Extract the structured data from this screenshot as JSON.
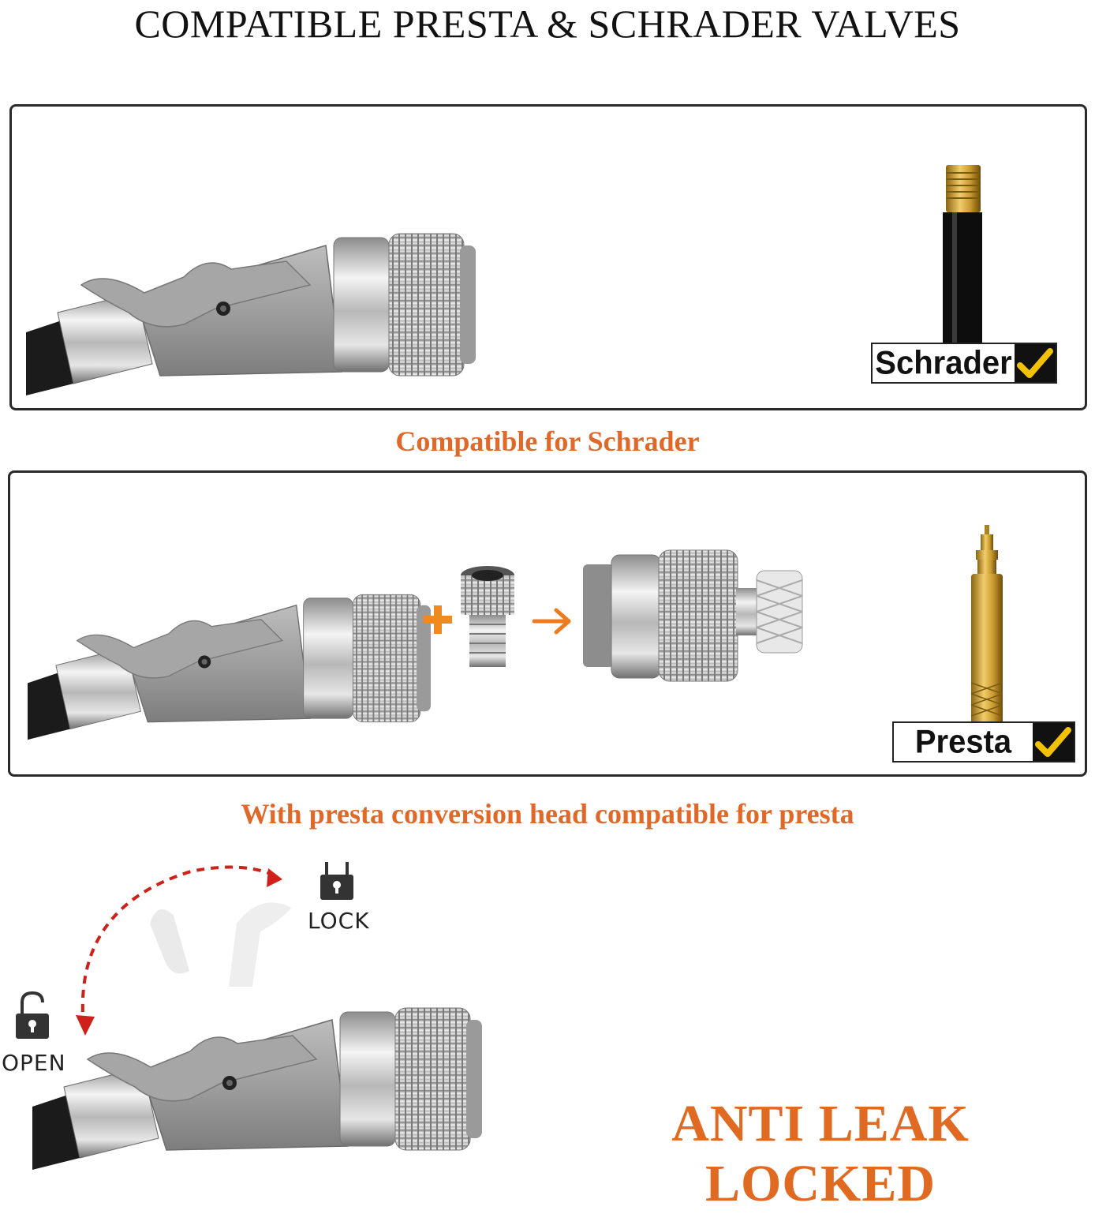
{
  "title": "COMPATIBLE PRESTA & SCHRADER VALVES",
  "panel1": {
    "badge_label": "Schrader",
    "caption": "Compatible for Schrader"
  },
  "panel2": {
    "badge_label": "Presta",
    "caption": "With presta conversion head compatible for presta"
  },
  "lock_section": {
    "lock_label": "LOCK",
    "open_label": "OPEN",
    "headline": "ANTI LEAK LOCKED"
  },
  "colors": {
    "caption_orange": "#e0692a",
    "headline_orange": "#e06a22",
    "check_yellow": "#f2c200",
    "arrow_red": "#d0201a"
  },
  "icons": [
    "checkmark-icon",
    "plus-icon",
    "arrow-right-icon",
    "padlock-closed-icon",
    "padlock-open-icon",
    "dashed-arc-arrow-icon"
  ]
}
